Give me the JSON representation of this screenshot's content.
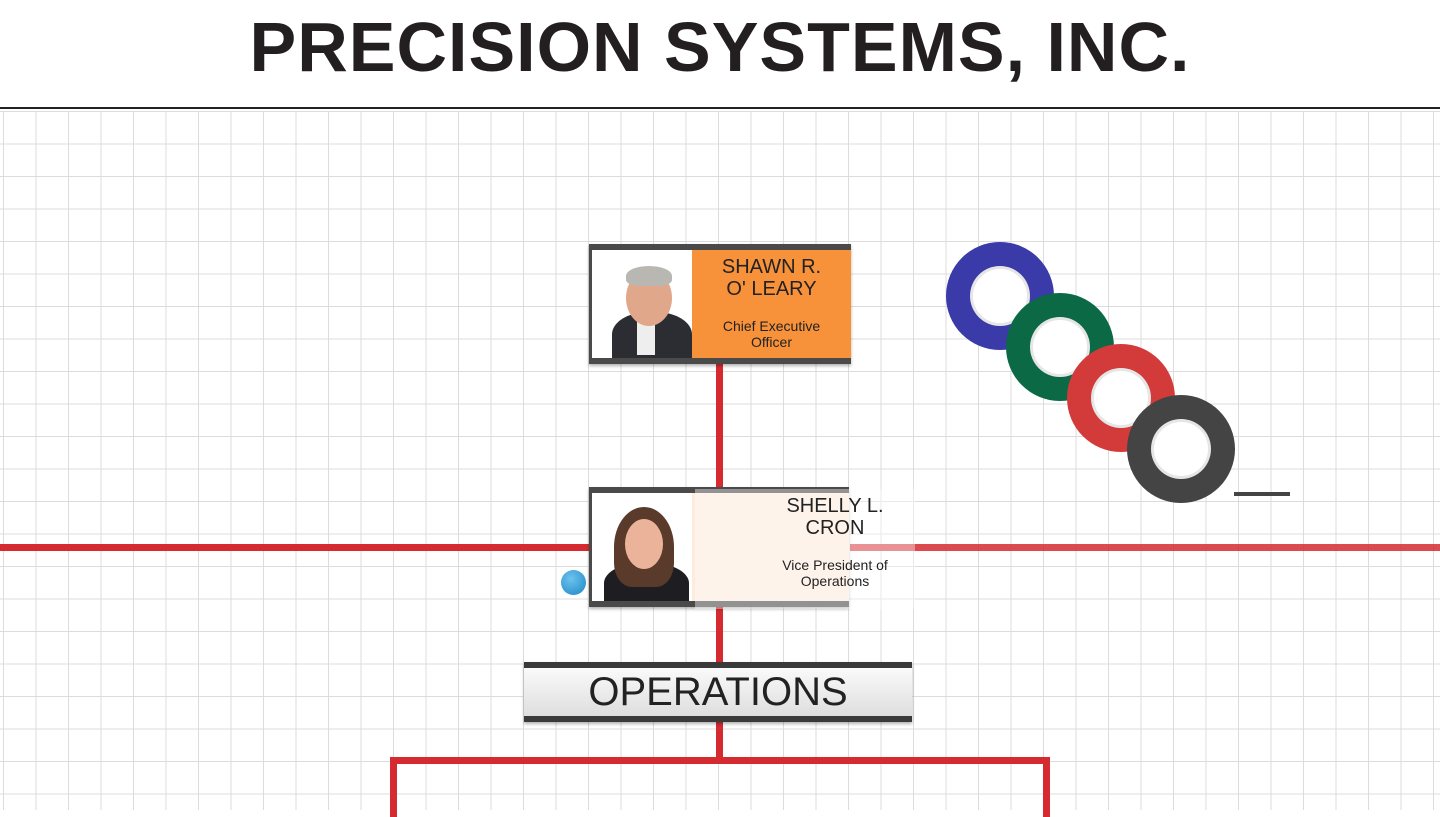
{
  "header": {
    "title": "PRECISION SYSTEMS, INC."
  },
  "people": [
    {
      "name_line1": "SHAWN R.",
      "name_line2": "O' LEARY",
      "role_line1": "Chief Executive",
      "role_line2": "Officer",
      "color": "#f7923a"
    },
    {
      "name_line1": "SHELLY L.",
      "name_line2": "CRON",
      "role_line1": "Vice President of",
      "role_line2": "Operations",
      "color": "#fdebdc"
    }
  ],
  "department": {
    "label": "OPERATIONS"
  },
  "tape_colors": [
    "#3a3aa8",
    "#0b6a45",
    "#d33a3a",
    "#444444"
  ],
  "accent": "#d42a30"
}
